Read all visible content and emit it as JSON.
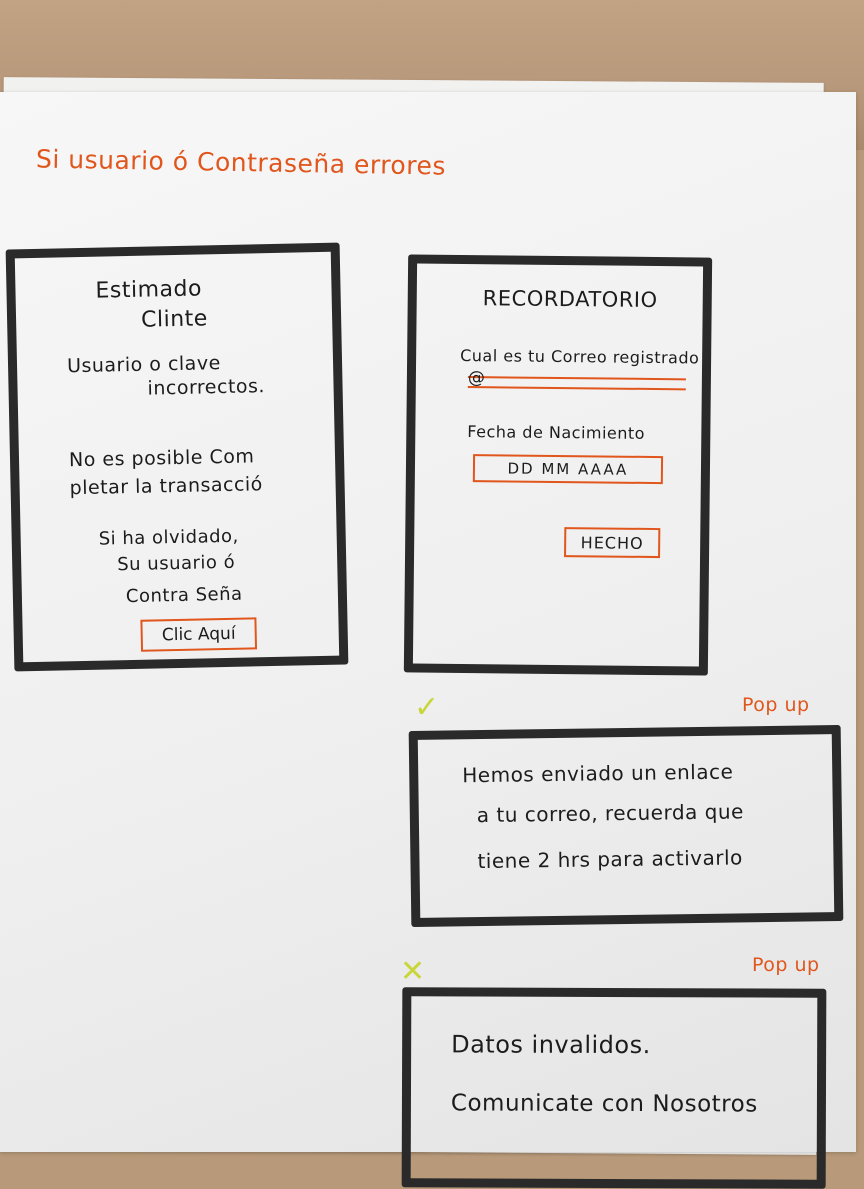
{
  "note_title": "Si usuario ó Contraseña errores",
  "screen_error": {
    "heading_line1": "Estimado",
    "heading_line2": "Clinte",
    "message_line1": "Usuario o clave",
    "message_line2": "incorrectos.",
    "info_line1": "No es posible Com",
    "info_line2": "pletar la transacció",
    "forgot_line1": "Si ha olvidado,",
    "forgot_line2": "Su usuario ó",
    "forgot_line3": "Contra Seña",
    "link_button": "Clic Aquí"
  },
  "screen_reminder": {
    "title": "RECORDATORIO",
    "email_label": "Cual es tu Correo registrado",
    "email_value": "@",
    "dob_label": "Fecha de Nacimiento",
    "dob_placeholder": "DD MM AAAA",
    "done_button": "HECHO"
  },
  "popup_success": {
    "tag": "Pop up",
    "line1": "Hemos enviado un enlace",
    "line2": "a tu correo, recuerda que",
    "line3": "tiene 2 hrs para activarlo"
  },
  "popup_error": {
    "tag": "Pop up",
    "line1": "Datos invalidos.",
    "line2": "Comunicate con Nosotros"
  },
  "marks": {
    "success": "✓",
    "failure": "✕"
  },
  "colors": {
    "ink": "#1c1c1c",
    "accent": "#e0561c",
    "highlighter": "#c8d63a",
    "frame": "#2a2a2a"
  }
}
